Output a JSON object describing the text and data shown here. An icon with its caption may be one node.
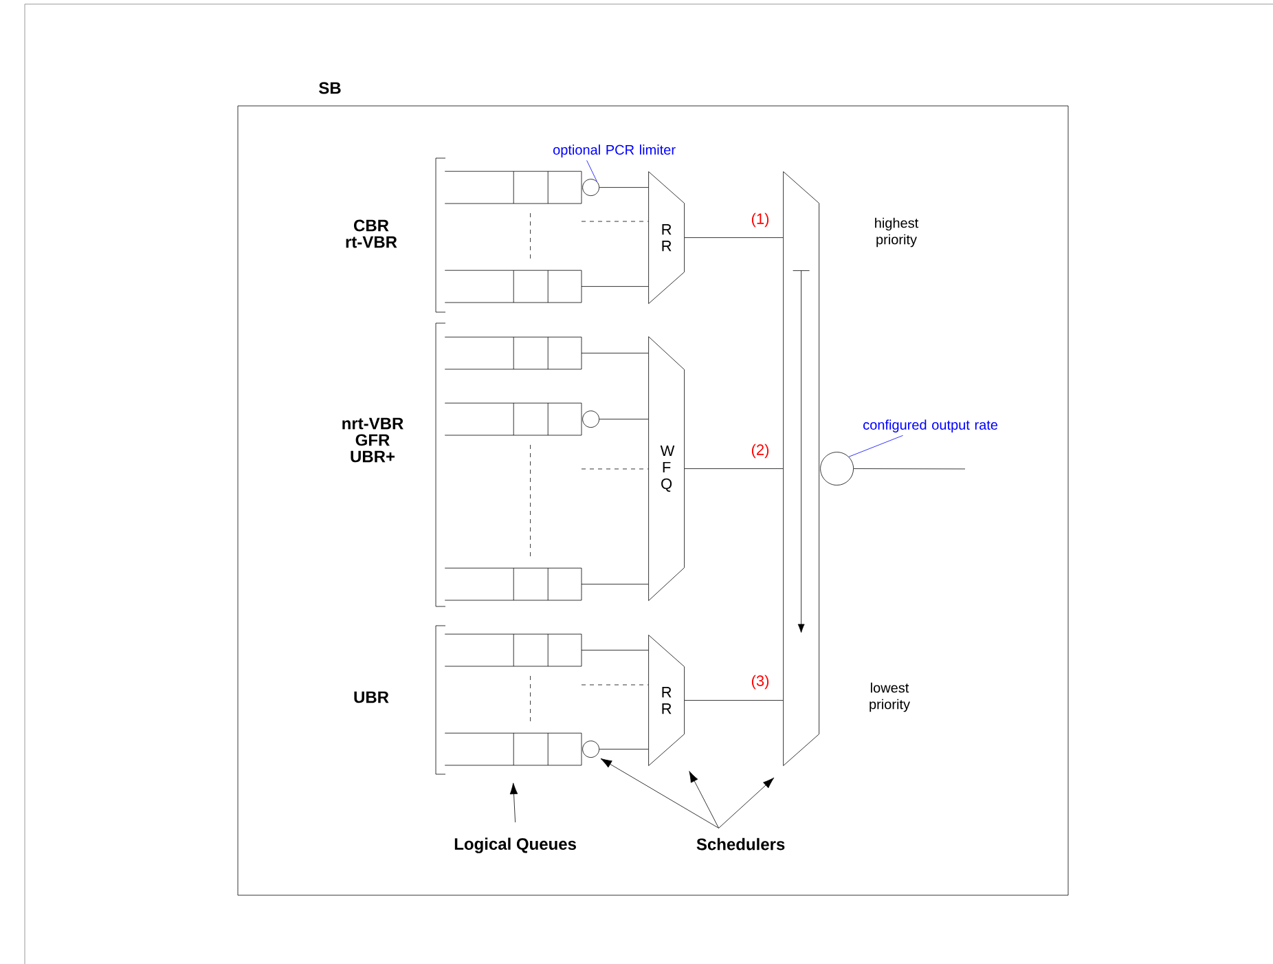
{
  "diagram": {
    "nodes": [
      {
        "text": [
          "SB"
        ]
      },
      {
        "text": [
          "optional PCR limiter"
        ],
        "in": 0
      },
      {
        "text": [],
        "shape": "box",
        "in": 0
      },
      {
        "text": [],
        "shape": "circle",
        "in": 0
      },
      {
        "text": [],
        "shape": "box",
        "in": 0
      },
      {
        "text": [
          "R R"
        ],
        "in": 0
      },
      {
        "text": [],
        "shape": "box",
        "in": 0
      },
      {
        "text": [],
        "shape": "box",
        "in": 0
      },
      {
        "text": [],
        "shape": "circle",
        "in": 0
      },
      {
        "text": [],
        "shape": "box",
        "in": 0
      },
      {
        "text": [
          "W F Q"
        ],
        "in": 0
      },
      {
        "text": [],
        "shape": "trapezoid",
        "in": 0
      },
      {
        "text": [
          "configured output rate"
        ],
        "in": 0
      },
      {
        "text": [],
        "shape": "circle",
        "in": 0
      },
      {
        "text": [],
        "shape": "box",
        "in": 0
      },
      {
        "text": [
          "R R"
        ],
        "in": 0
      },
      {
        "text": [],
        "shape": "box",
        "in": 0
      },
      {
        "text": [],
        "shape": "circle",
        "in": 0
      },
      {
        "text": [
          "Logical Queues"
        ],
        "in": 0
      },
      {
        "text": [
          "Schedulers"
        ],
        "in": 0
      }
    ],
    "edges": [
      {
        "from": 1,
        "to": 3,
        "arrow": "none",
        "color": "#0000ff"
      },
      {
        "from": 2,
        "to": 4,
        "arrow": "none",
        "style": "dashed"
      },
      {
        "from": 7,
        "to": 9,
        "arrow": "none",
        "style": "dashed"
      },
      {
        "from": 14,
        "to": 16,
        "arrow": "none",
        "style": "dashed"
      },
      {
        "from": 3,
        "to": 5,
        "arrow": "none"
      },
      {
        "from": null,
        "to": 5,
        "arrow": "none",
        "style": "dashed"
      },
      {
        "from": 4,
        "to": 5,
        "arrow": "none"
      },
      {
        "from": 6,
        "to": 10,
        "arrow": "none"
      },
      {
        "from": 8,
        "to": 10,
        "arrow": "none"
      },
      {
        "from": null,
        "to": 10,
        "arrow": "none",
        "style": "dashed"
      },
      {
        "from": 9,
        "to": 10,
        "arrow": "none"
      },
      {
        "from": 5,
        "to": 11,
        "arrow": "none",
        "label": "(1)"
      },
      {
        "from": 10,
        "to": 11,
        "arrow": "none",
        "label": "(2)"
      },
      {
        "from": 14,
        "to": 15,
        "arrow": "none"
      },
      {
        "from": null,
        "to": 15,
        "arrow": "none",
        "style": "dashed"
      },
      {
        "from": 17,
        "to": 15,
        "arrow": "none"
      },
      {
        "from": 15,
        "to": 11,
        "arrow": "none",
        "label": "(3)"
      },
      {
        "from": 12,
        "to": 13,
        "arrow": "none",
        "color": "#0000ff"
      },
      {
        "from": 13,
        "to": null,
        "arrow": "none"
      },
      {
        "from": 18,
        "to": 16,
        "arrow": "to"
      },
      {
        "from": 19,
        "to": 17,
        "arrow": "to"
      },
      {
        "from": 19,
        "to": 15,
        "arrow": "to"
      },
      {
        "from": 19,
        "to": 11,
        "arrow": "to"
      }
    ],
    "labels": [
      "CBR rt-VBR",
      "highest priority",
      "nrt-VBR GFR UBR+",
      "UBR",
      "lowest priority"
    ]
  }
}
